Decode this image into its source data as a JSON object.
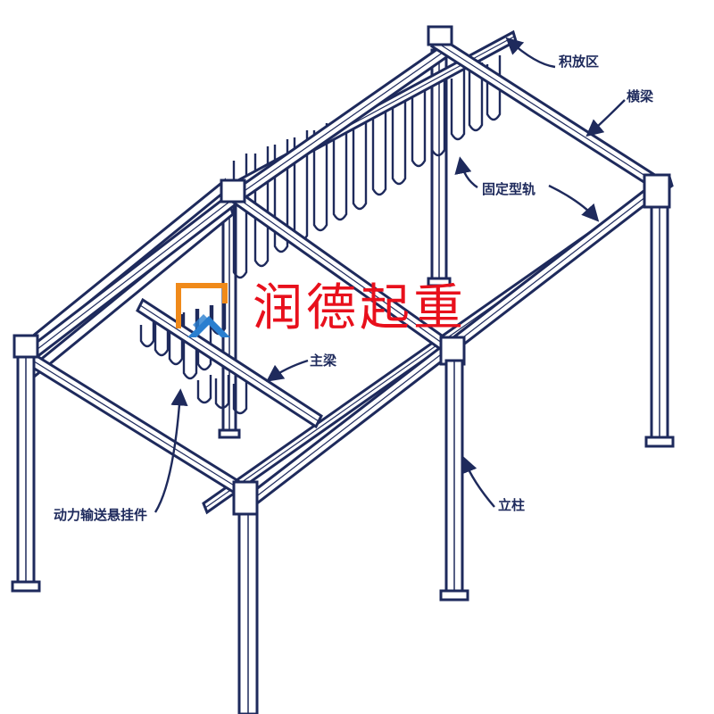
{
  "labels": {
    "accumulation_zone": "积放区",
    "cross_beam": "横梁",
    "fixed_rail": "固定型轨",
    "main_beam": "主梁",
    "power_conveyor_hanger": "动力输送悬挂件",
    "column": "立柱"
  },
  "watermark": {
    "text": "润德起重",
    "logo_icon": "company-logo-icon"
  },
  "colors": {
    "structure_stroke": "#1e2a5c",
    "structure_fill": "#ffffff",
    "watermark_text": "#e8101c",
    "logo_orange": "#f08a1a",
    "logo_blue": "#2a7fd0"
  }
}
